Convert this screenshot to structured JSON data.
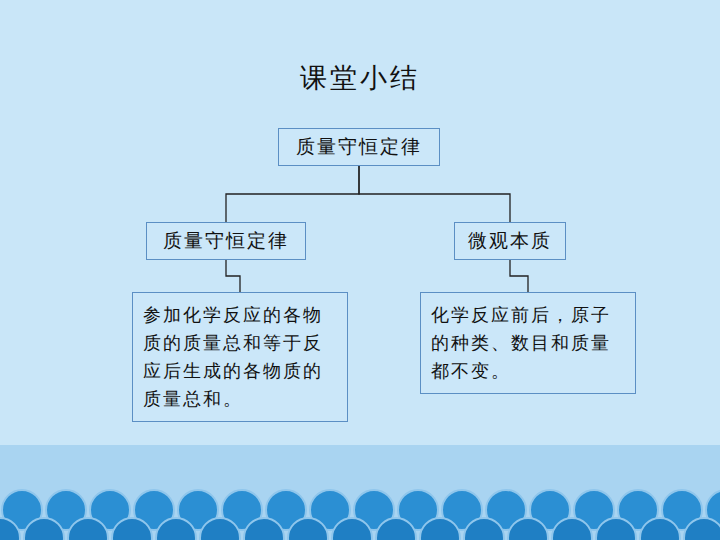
{
  "diagram": {
    "title": "课堂小结",
    "nodes": [
      {
        "text": [
          "质量守恒定律"
        ]
      },
      {
        "text": [
          "质量守恒定律"
        ]
      },
      {
        "text": [
          "微观本质"
        ]
      },
      {
        "text": [
          "参加化学反应的各物质的质量总和等于反应后生成的各物质的质量总和。"
        ]
      },
      {
        "text": [
          "化学反应前后，原子的种类、数目和质量都不变。"
        ]
      }
    ],
    "edges": [
      {
        "from": 0,
        "to": 1,
        "arrow": "none"
      },
      {
        "from": 0,
        "to": 2,
        "arrow": "none"
      },
      {
        "from": 1,
        "to": 3,
        "arrow": "none"
      },
      {
        "from": 2,
        "to": 4,
        "arrow": "none"
      }
    ]
  }
}
